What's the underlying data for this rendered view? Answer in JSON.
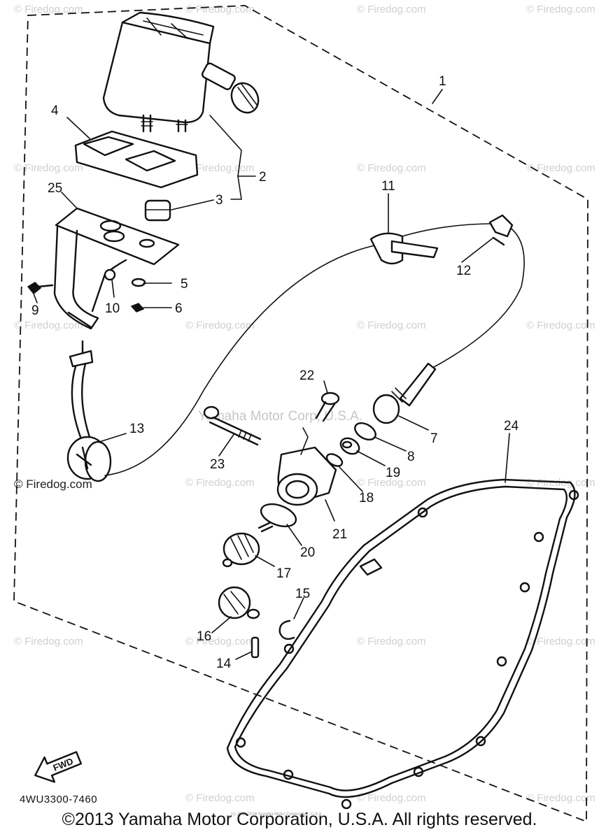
{
  "callouts": {
    "c1": "1",
    "c2": "2",
    "c3": "3",
    "c4": "4",
    "c5": "5",
    "c6": "6",
    "c7": "7",
    "c8": "8",
    "c9": "9",
    "c10": "10",
    "c11": "11",
    "c12": "12",
    "c13": "13",
    "c14": "14",
    "c15": "15",
    "c16": "16",
    "c17": "17",
    "c18": "18",
    "c19": "19",
    "c20": "20",
    "c21": "21",
    "c22": "22",
    "c23": "23",
    "c24": "24",
    "c25": "25"
  },
  "watermarks": {
    "site": "© Firedog.com",
    "center": "Yamaha Motor Corp, U.S.A.",
    "small": "(c) 2006 2016 Yamaha Motor Corporation, U.S.A."
  },
  "fwd_label": "FWD",
  "diagram_code": "4WU3300-7460",
  "copyright": "©2013 Yamaha Motor Corporation, U.S.A. All rights reserved."
}
